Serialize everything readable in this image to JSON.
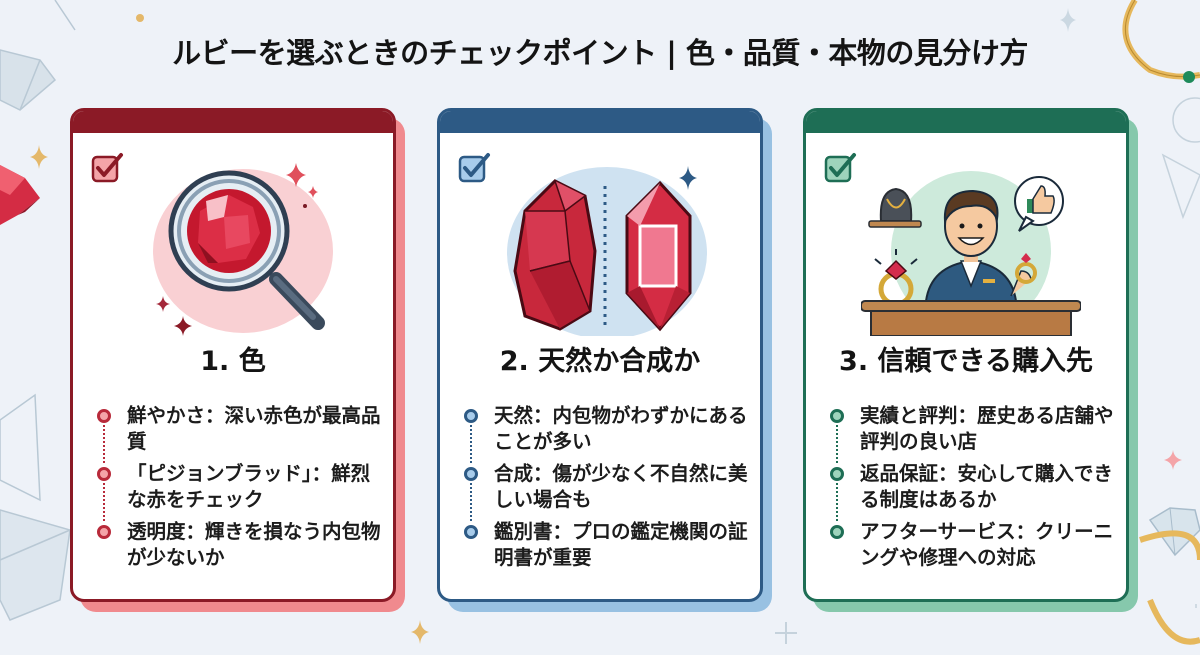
{
  "title": "ルビーを選ぶときのチェックポイント | 色・品質・本物の見分け方",
  "colors": {
    "background": "#eef2f8",
    "red_dark": "#8b1a26",
    "red_shadow": "#f08a8e",
    "blue_dark": "#2d5a85",
    "blue_shadow": "#98c1e2",
    "green_dark": "#1e6e55",
    "green_shadow": "#86c8ac"
  },
  "cards": [
    {
      "number": "1.",
      "heading": "1. 色",
      "illustration": "magnifying-glass-ruby",
      "items": [
        {
          "text": "鮮やかさ：深い赤色が最高品質"
        },
        {
          "text": "「ピジョンブラッド」：鮮烈な赤をチェック"
        },
        {
          "text": "透明度：輝きを損なう内包物が少ないか"
        }
      ]
    },
    {
      "number": "2.",
      "heading": "2. 天然か合成か",
      "illustration": "natural-vs-synthetic-ruby",
      "items": [
        {
          "text": "天然：内包物がわずかにあることが多い"
        },
        {
          "text": "合成：傷が少なく不自然に美しい場合も"
        },
        {
          "text": "鑑別書：プロの鑑定機関の証明書が重要"
        }
      ]
    },
    {
      "number": "3.",
      "heading": "3. 信頼できる購入先",
      "illustration": "jeweler-at-counter",
      "items": [
        {
          "text": "実績と評判：歴史ある店舗や評判の良い店"
        },
        {
          "text": "返品保証：安心して購入できる制度はあるか"
        },
        {
          "text": "アフターサービス：クリーニングや修理への対応"
        }
      ]
    }
  ]
}
